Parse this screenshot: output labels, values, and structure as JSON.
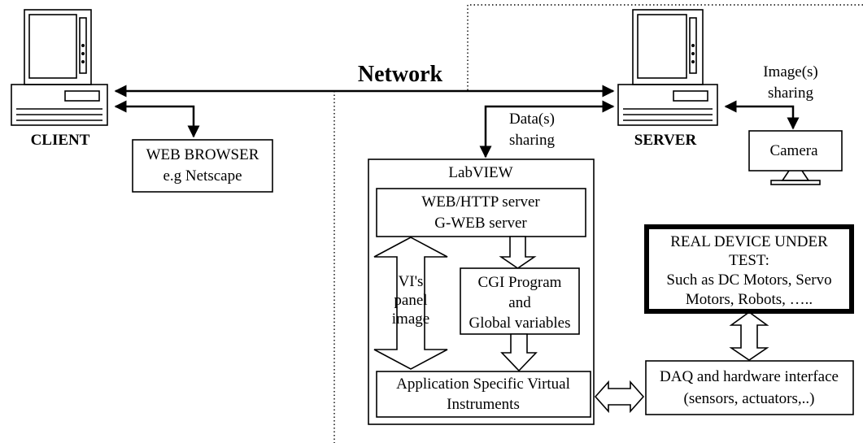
{
  "network_label": "Network",
  "client_label": "CLIENT",
  "server_label": "SERVER",
  "web_browser": {
    "line1": "WEB BROWSER",
    "line2": "e.g Netscape"
  },
  "camera_label": "Camera",
  "image_sharing": {
    "line1": "Image(s)",
    "line2": "sharing"
  },
  "data_sharing": {
    "line1": "Data(s)",
    "line2": "sharing"
  },
  "labview": {
    "title": "LabVIEW",
    "web_server": {
      "line1": "WEB/HTTP server",
      "line2": "G-WEB server"
    },
    "vi_panel": {
      "line1": "VI's",
      "line2": "panel",
      "line3": "image"
    },
    "cgi": {
      "line1": "CGI Program",
      "line2": "and",
      "line3": "Global variables"
    },
    "app_vi": {
      "line1": "Application Specific Virtual",
      "line2": "Instruments"
    }
  },
  "device": {
    "line1": "REAL DEVICE UNDER",
    "line2": "TEST:",
    "line3": "Such as DC Motors, Servo",
    "line4": "Motors, Robots, ….."
  },
  "daq": {
    "line1": "DAQ and hardware interface",
    "line2": "(sensors, actuators,..)"
  }
}
